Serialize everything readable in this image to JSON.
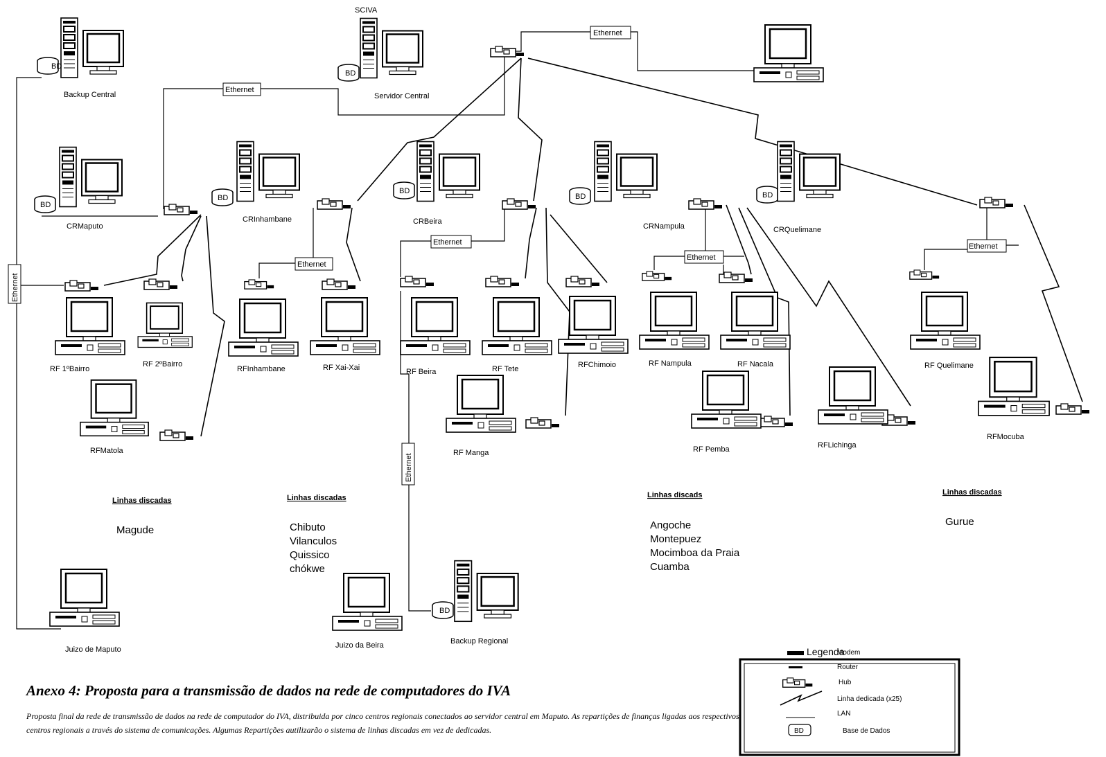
{
  "diagram": {
    "top_label": "SCIVA",
    "nodes": {
      "servidor_central": "Servidor Central",
      "backup_central": "Backup Central",
      "crmaputo": "CRMaputo",
      "crinhambane": "CRInhambane",
      "crbeira": "CRBeira",
      "crnampula": "CRNampula",
      "crquelimane": "CRQuelimane",
      "rf1bairro": "RF 1ºBairro",
      "rf2bairro": "RF 2ºBairro",
      "rfmatola": "RFMatola",
      "rfinhambane": "RFInhambane",
      "rfxaixai": "RF Xai-Xai",
      "rfbeira": "RF Beira",
      "rftete": "RF Tete",
      "rfchimoio": "RFChimoio",
      "rfmanga": "RF Manga",
      "rfnampula": "RF Nampula",
      "rfnacala": "RF Nacala",
      "rfpemba": "RF Pemba",
      "rflichinga": "RFLichinga",
      "rfquelimane": "RF Quelimane",
      "rfmocuba": "RFMocuba",
      "juizo_maputo": "Juizo de Maputo",
      "juizo_beira": "Juizo da Beira",
      "backup_regional": "Backup Regional"
    },
    "bd_label": "BD",
    "ethernet_label": "Ethernet",
    "dialup_groups": [
      {
        "heading": "Linhas discadas",
        "items": [
          "Magude"
        ]
      },
      {
        "heading": "Linhas discadas",
        "items": [
          "Chibuto",
          "Vilanculos",
          "Quissico",
          "chókwe"
        ]
      },
      {
        "heading": "Linhas discads",
        "items": [
          "Angoche",
          "Montepuez",
          "Mocimboa da Praia",
          "Cuamba"
        ]
      },
      {
        "heading": "Linhas discadas",
        "items": [
          "Gurue"
        ]
      }
    ]
  },
  "legend": {
    "title": "Legenda",
    "items": [
      {
        "icon": "modem-icon",
        "label": "Modem"
      },
      {
        "icon": "router-icon",
        "label": "Router"
      },
      {
        "icon": "hub-icon",
        "label": "Hub"
      },
      {
        "icon": "dedicated-line-icon",
        "label": "Linha dedicada (x25)"
      },
      {
        "icon": "lan-line-icon",
        "label": "LAN"
      },
      {
        "icon": "database-icon",
        "label": "Base de Dados"
      }
    ]
  },
  "caption": {
    "title": "Anexo 4: Proposta para a transmissão de dados na rede de computadores do IVA",
    "text": "Proposta final da rede de transmissão de dados na rede de computador do IVA, distribuida por cinco centros regionais conectados ao servidor central em Maputo. As repartições de finanças ligadas aos respectivos centros regionais a través do sistema de comunicações. Algumas Repartições autilizarão o sistema de linhas discadas em vez de dedicadas."
  }
}
